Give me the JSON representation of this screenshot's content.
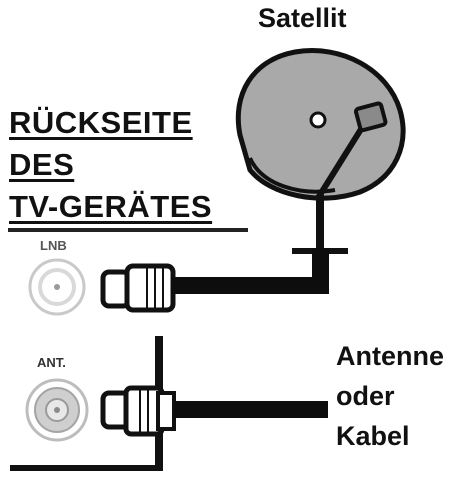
{
  "satellite_label": "Satellit",
  "title": {
    "line1": "RÜCKSEITE",
    "line2": "DES",
    "line3": "TV-GERÄTES"
  },
  "ports": {
    "lnb": "LNB",
    "ant": "ANT."
  },
  "antenna_label": {
    "line1": "Antenne",
    "line2": "oder",
    "line3": "Kabel"
  },
  "icons": [
    "satellite-dish-icon",
    "lnb-socket-icon",
    "ant-socket-icon",
    "f-connector-plug-icon",
    "coax-plug-icon"
  ],
  "colors": {
    "ink": "#111111",
    "cable": "#0d0d0d",
    "dish_fill": "#a9a9a9",
    "socket_gray": "#cfcfcf"
  }
}
